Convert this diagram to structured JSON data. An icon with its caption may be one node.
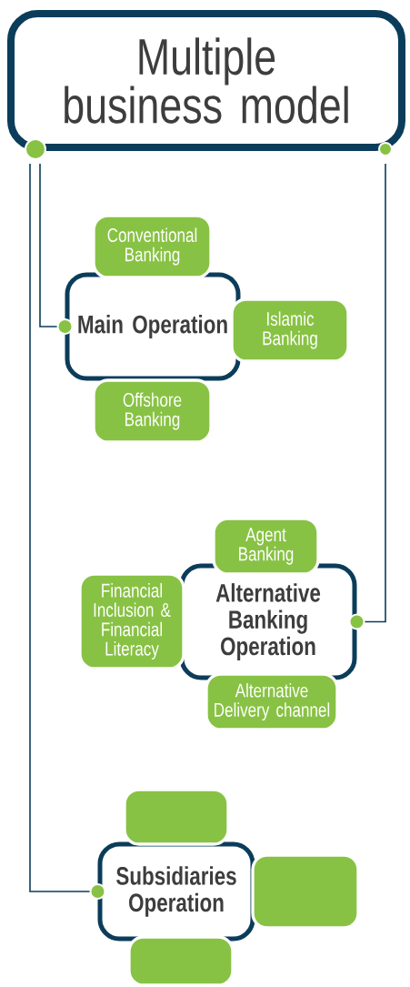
{
  "diagram": {
    "nodes": [
      {
        "text": [
          "Multiple business model"
        ]
      },
      {
        "text": [
          "Main Operation"
        ]
      },
      {
        "text": [
          "Conventional Banking"
        ]
      },
      {
        "text": [
          "Islamic Banking"
        ]
      },
      {
        "text": [
          "Offshore Banking"
        ]
      },
      {
        "text": [
          "Alternative Banking Operation"
        ]
      },
      {
        "text": [
          "Agent Banking"
        ]
      },
      {
        "text": [
          "Financial Inclusion & Financial Literacy"
        ]
      },
      {
        "text": [
          "Alternative Delivery channel"
        ]
      },
      {
        "text": [
          "Subsidiaries Operation"
        ]
      },
      {
        "text": [],
        "shape": "box"
      },
      {
        "text": [],
        "shape": "box"
      },
      {
        "text": [],
        "shape": "box"
      }
    ],
    "edges": [
      {
        "from": 0,
        "to": 1,
        "arrow": "none"
      },
      {
        "from": 0,
        "to": 5,
        "arrow": "none"
      },
      {
        "from": 0,
        "to": 9,
        "arrow": "none"
      }
    ]
  }
}
